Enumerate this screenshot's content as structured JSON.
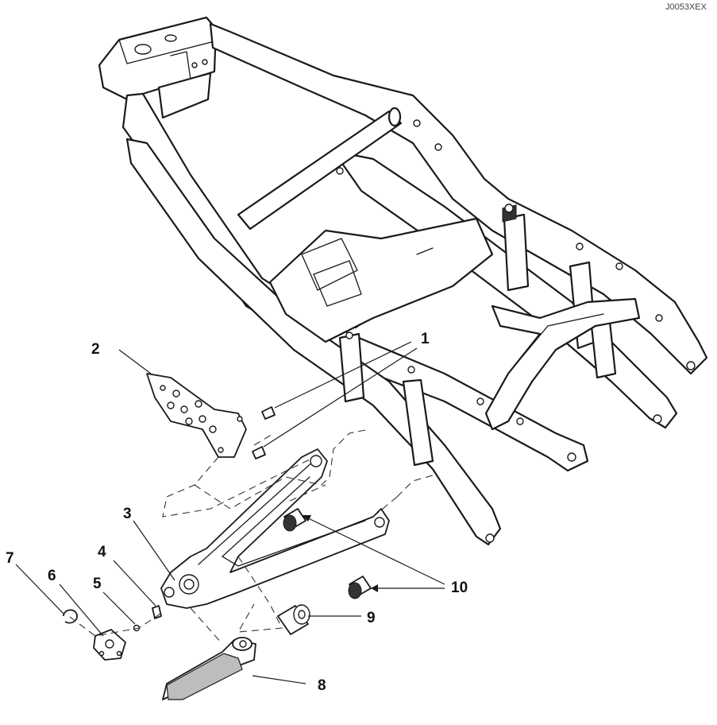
{
  "figure_code": "J0053XEX",
  "callouts": [
    {
      "id": "1",
      "label": "1"
    },
    {
      "id": "2",
      "label": "2"
    },
    {
      "id": "3",
      "label": "3"
    },
    {
      "id": "4",
      "label": "4"
    },
    {
      "id": "5",
      "label": "5"
    },
    {
      "id": "6",
      "label": "6"
    },
    {
      "id": "7",
      "label": "7"
    },
    {
      "id": "8",
      "label": "8"
    },
    {
      "id": "9",
      "label": "9"
    },
    {
      "id": "10",
      "label": "10"
    }
  ]
}
